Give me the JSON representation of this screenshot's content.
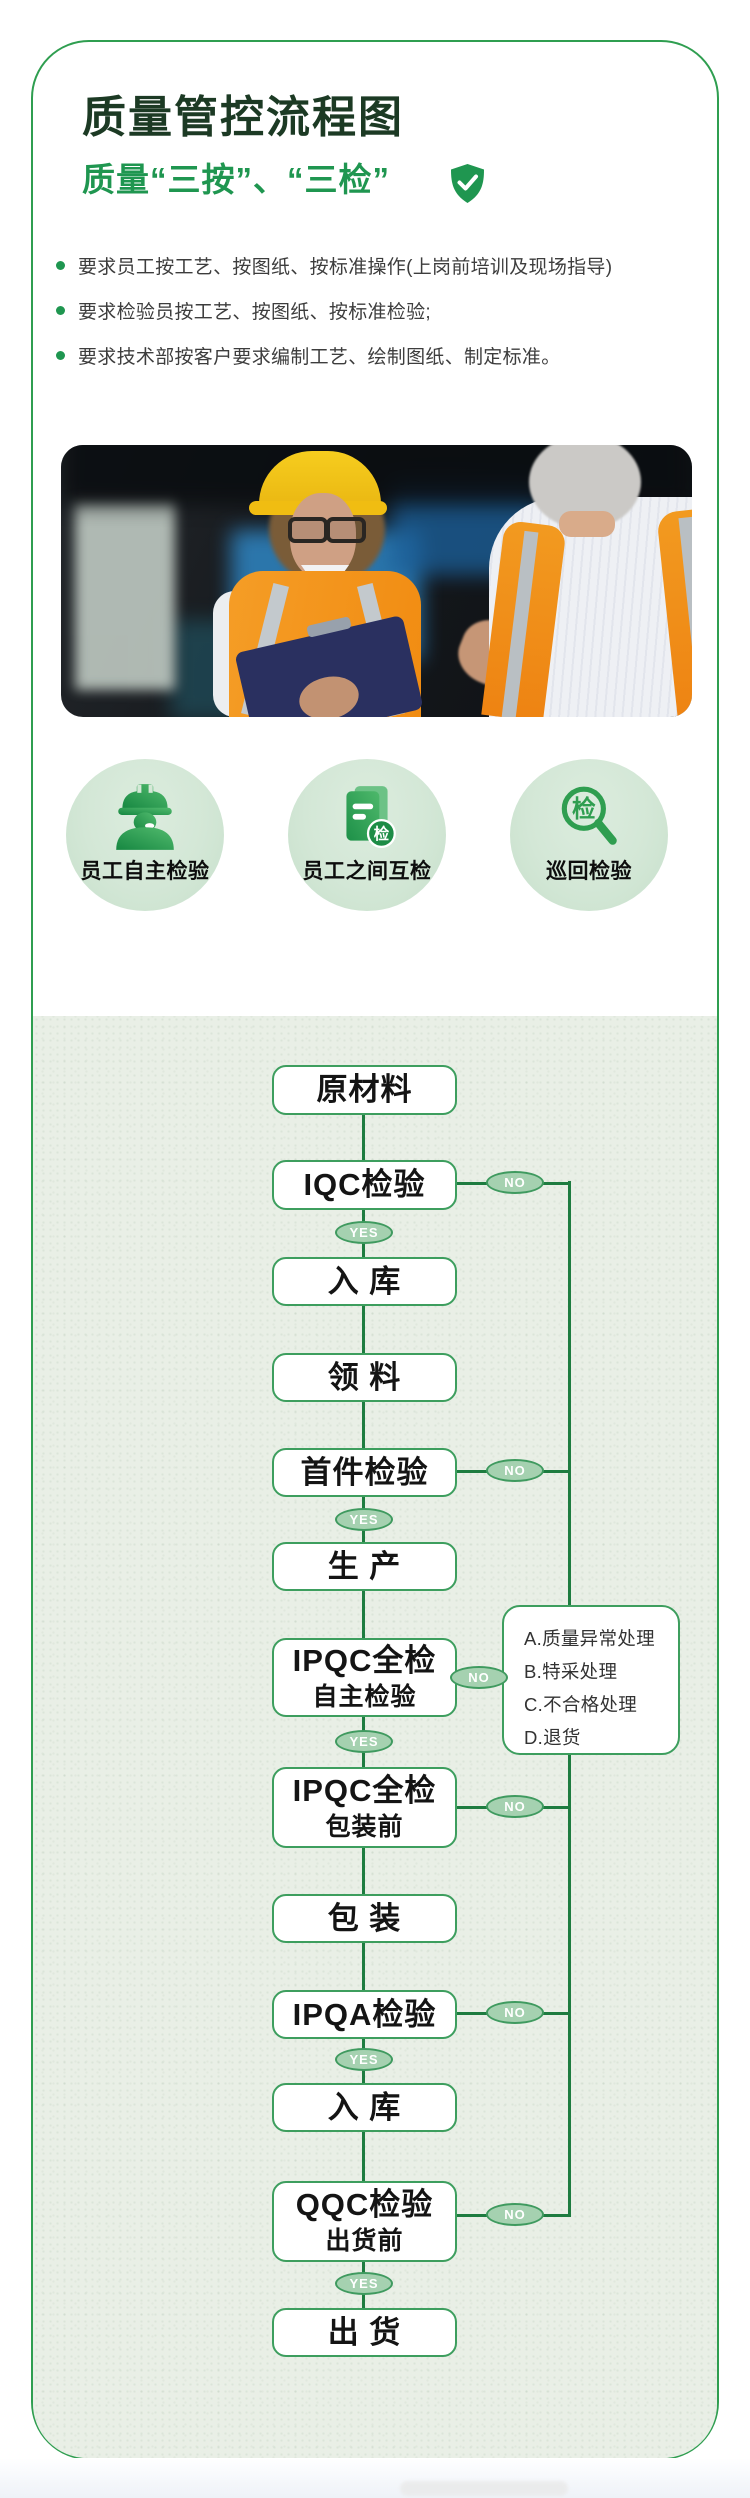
{
  "header": {
    "title": "质量管控流程图",
    "subtitle": "质量“三按”、“三检”",
    "shield_icon": "shield-check"
  },
  "bullets": {
    "items": [
      "要求员工按工艺、按图纸、按标准操作(上岗前培训及现场指导)",
      "要求检验员按工艺、按图纸、按标准检验;",
      "要求技术部按客户要求编制工艺、绘制图纸、制定标准。"
    ]
  },
  "badges": {
    "items": [
      {
        "icon": "worker-helmet-icon",
        "label": "员工自主检验"
      },
      {
        "icon": "document-check-icon",
        "label": "员工之间互检",
        "badge_glyph": "检"
      },
      {
        "icon": "magnifier-check-icon",
        "label": "巡回检验",
        "glyph": "检"
      }
    ]
  },
  "flow": {
    "yes": "YES",
    "no": "NO",
    "nodes": [
      {
        "line1": "原材料"
      },
      {
        "line1": "IQC检验"
      },
      {
        "line1": "入 库"
      },
      {
        "line1": "领 料"
      },
      {
        "line1": "首件检验"
      },
      {
        "line1": "生 产"
      },
      {
        "line1": "IPQC全检",
        "line2": "自主检验"
      },
      {
        "line1": "IPQC全检",
        "line2": "包装前"
      },
      {
        "line1": "包 装"
      },
      {
        "line1": "IPQA检验"
      },
      {
        "line1": "入 库"
      },
      {
        "line1": "QQC检验",
        "line2": "出货前"
      },
      {
        "line1": "出 货"
      }
    ],
    "side_box": {
      "lines": [
        "A.质量异常处理",
        "B.特采处理",
        "C.不合格处理",
        "D.退货"
      ]
    }
  },
  "colors": {
    "accent_green": "#1f9650",
    "dark_title_green": "#1c3a24",
    "line_green": "#1e7c40",
    "box_border_green": "#3d9e5e",
    "pill_fill_green": "#a5d1b0",
    "panel_bg": "#e9efe6",
    "vest_orange": "#f49d26"
  }
}
